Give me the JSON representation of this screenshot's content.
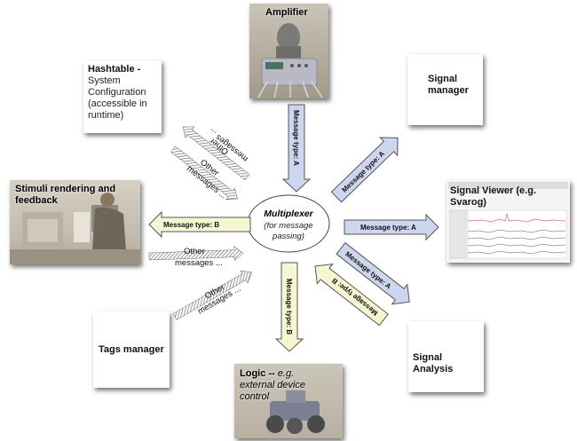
{
  "center": {
    "title": "Multiplexer",
    "subtitle_line1": "(for message",
    "subtitle_line2": "passing)"
  },
  "nodes": {
    "amplifier": {
      "title": "Amplifier"
    },
    "hashtable": {
      "title": "Hashtable -",
      "line1": "System",
      "line2": "Configuration",
      "line3": "(accessible in",
      "line4": "runtime)"
    },
    "signal_manager": {
      "line1": "Signal",
      "line2": "manager"
    },
    "stimuli": {
      "line1": "Stimuli rendering and",
      "line2": "feedback"
    },
    "signal_viewer": {
      "line1": "Signal Viewer (e.g.",
      "line2": "Svarog)"
    },
    "tags_manager": {
      "title": "Tags manager"
    },
    "signal_analysis": {
      "title": "Signal Analysis"
    },
    "logic": {
      "title": "Logic --",
      "italic1": "e.g.",
      "italic2": "external device",
      "italic3": "control"
    }
  },
  "arrows": {
    "amplifier_in": "Message type: A",
    "signal_manager_out": "Message type: A",
    "signal_viewer_out": "Message type: A",
    "signal_analysis_out": "Message type: A",
    "signal_analysis_in": "Message type: B",
    "logic_out": "Message type: B",
    "stimuli_out": "Message type: B",
    "hashtable_left_line1": "Other",
    "hashtable_left_line2": "messages ...",
    "hashtable_right_line1": "Other",
    "hashtable_right_line2": "messages ...",
    "stimuli_other_line1": "Other",
    "stimuli_other_line2": "messages ...",
    "tags_other_line1": "Other",
    "tags_other_line2": "messages ..."
  },
  "colors": {
    "message_a": "#cdd6ee",
    "message_b": "#f6f6d2",
    "arrow_stroke": "#555555"
  }
}
